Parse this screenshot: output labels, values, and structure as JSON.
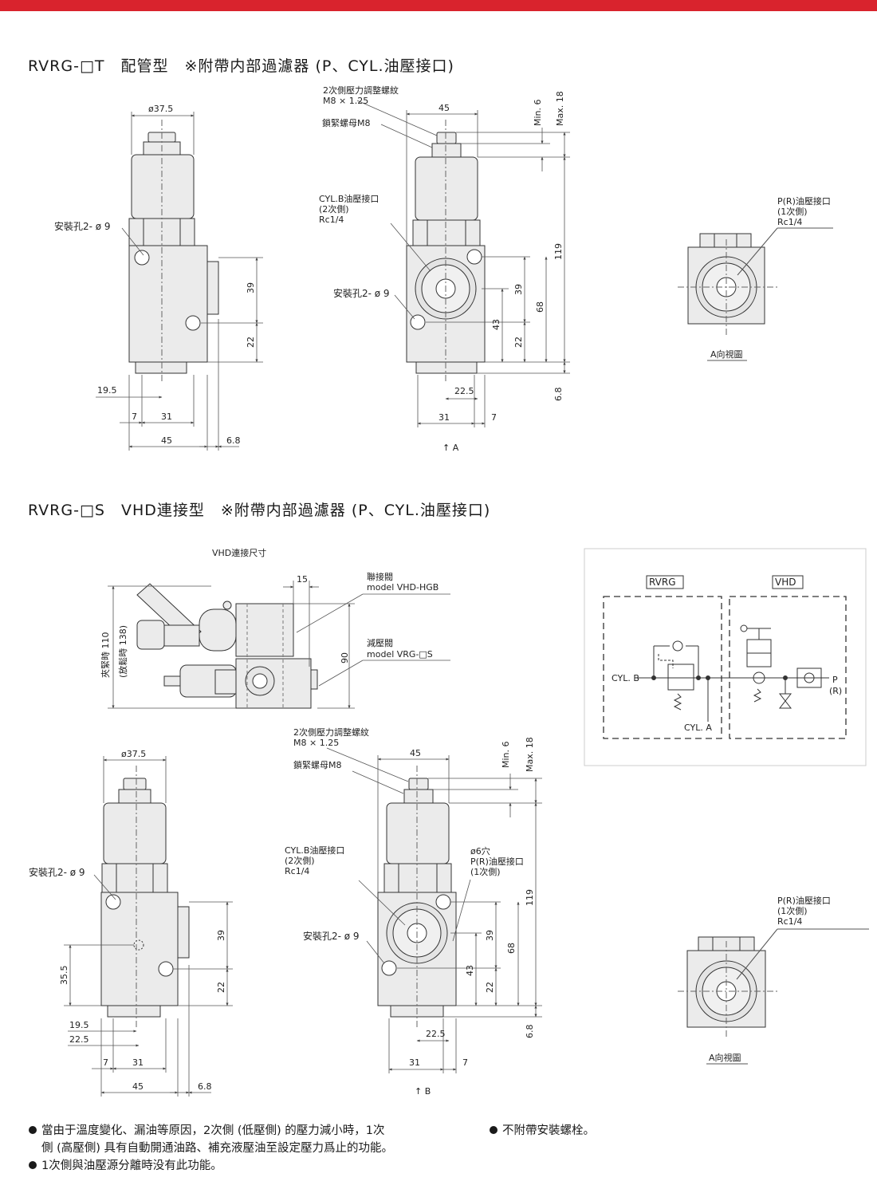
{
  "colors": {
    "accent_bar": "#d9232d",
    "line": "#333333",
    "body_fill": "#ebebeb",
    "dim_line": "#555555"
  },
  "section1": {
    "title": "RVRG-□T　配管型　※附帶内部過濾器 (P、CYL.油壓接口)",
    "side": {
      "dia": "ø37.5",
      "mount_hole": "安裝孔2- ø 9",
      "d39": "39",
      "d22": "22",
      "d195": "19.5",
      "d7": "7",
      "d31": "31",
      "d45": "45",
      "d68b": "6.8"
    },
    "front": {
      "adjust_screw": "2次側壓力調整螺紋",
      "adjust_size": "M8 × 1.25",
      "lock_nut": "鎖緊螺母M8",
      "d45": "45",
      "min": "Min. 6",
      "max": "Max. 18",
      "cylb_line1": "CYL.B油壓接口",
      "cylb_line2": "(2次側)",
      "cylb_line3": "Rc1/4",
      "mount_hole": "安裝孔2- ø 9",
      "d119": "119",
      "d68": "68",
      "d43": "43",
      "d39": "39",
      "d22": "22",
      "d225": "22.5",
      "d68b": "6.8",
      "d31": "31",
      "d7": "7",
      "arrow": "↑ A"
    },
    "aview": {
      "port_line1": "P(R)油壓接口",
      "port_line2": "(1次側)",
      "port_line3": "Rc1/4",
      "caption": "A向視圖"
    }
  },
  "section2": {
    "title": "RVRG-□S　VHD連接型　※附帶内部過濾器 (P、CYL.油壓接口)",
    "vhd": {
      "caption": "VHD連接尺寸",
      "d15": "15",
      "d90": "90",
      "clamp": "夾緊時 110",
      "release": "(放鬆時 138)",
      "link_valve": "聯接閥",
      "link_model": "model VHD-HGB",
      "reducer": "減壓閥",
      "reducer_model": "model VRG-□S"
    },
    "circuit": {
      "rvrg": "RVRG",
      "vhd": "VHD",
      "cylb": "CYL. B",
      "cyla": "CYL. A",
      "p": "P",
      "r": "(R)"
    },
    "side": {
      "dia": "ø37.5",
      "mount_hole": "安裝孔2- ø 9",
      "d39": "39",
      "d22": "22",
      "d355": "35.5",
      "d195": "19.5",
      "d225": "22.5",
      "d7": "7",
      "d31": "31",
      "d45": "45",
      "d68b": "6.8"
    },
    "front": {
      "adjust_screw": "2次側壓力調整螺紋",
      "adjust_size": "M8 × 1.25",
      "lock_nut": "鎖緊螺母M8",
      "d45": "45",
      "min": "Min. 6",
      "max": "Max. 18",
      "cylb_line1": "CYL.B油壓接口",
      "cylb_line2": "(2次側)",
      "cylb_line3": "Rc1/4",
      "p_hole": "ø6穴",
      "p_line1": "P(R)油壓接口",
      "p_line2": "(1次側)",
      "mount_hole": "安裝孔2- ø 9",
      "d119": "119",
      "d68": "68",
      "d43": "43",
      "d39": "39",
      "d22": "22",
      "d225": "22.5",
      "d68b": "6.8",
      "d31": "31",
      "d7": "7",
      "arrow": "↑ B"
    },
    "aview": {
      "port_line1": "P(R)油壓接口",
      "port_line2": "(1次側)",
      "port_line3": "Rc1/4",
      "caption": "A向視圖"
    }
  },
  "notes": {
    "n1_line1": "當由于溫度變化、漏油等原因，2次側 (低壓側) 的壓力減小時，1次",
    "n1_line2": "側 (高壓側) 具有自動開通油路、補充液壓油至設定壓力爲止的功能。",
    "n2": "1次側與油壓源分離時没有此功能。",
    "n3": "不附帶安裝螺栓。"
  }
}
